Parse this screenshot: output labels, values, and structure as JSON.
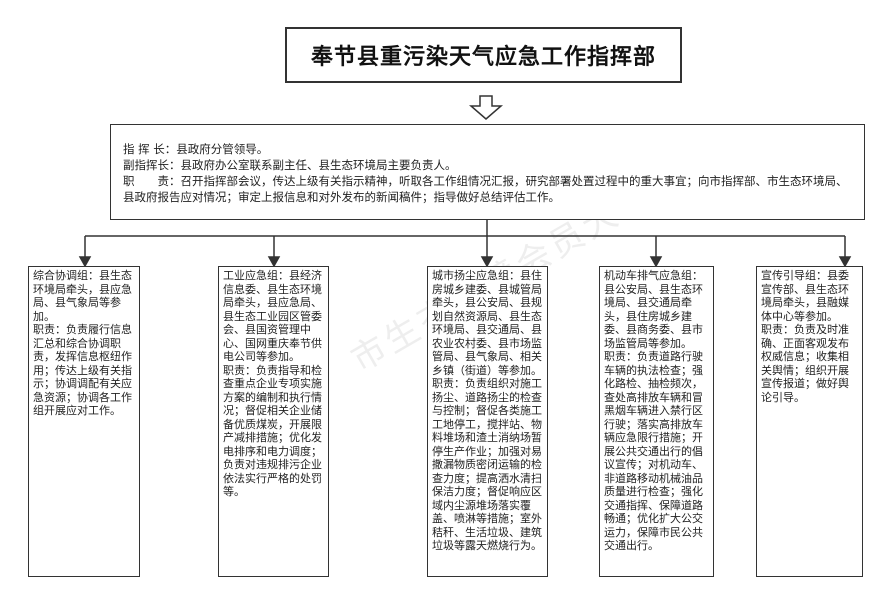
{
  "title": "奉节县重污染天气应急工作指挥部",
  "headquarters": {
    "commander": "指 挥 长：县政府分管领导。",
    "deputy": "副指挥长：县政府办公室联系副主任、县生态环境局主要负责人。",
    "duties": "职　　责：召开指挥部会议，传达上级有关指示精神，听取各工作组情况汇报，研究部署处置过程中的重大事宜；向市指挥部、市生态环境局、县政府报告应对情况；审定上报信息和对外发布的新闻稿件；指导做好总结评估工作。"
  },
  "groups": [
    {
      "composition": "综合协调组：县生态环境局牵头，县应急局、县气象局等参加。",
      "duties": "职责：负责履行信息汇总和综合协调职责，发挥信息枢纽作用；传达上级有关指示；协调调配有关应急资源；协调各工作组开展应对工作。"
    },
    {
      "composition": "工业应急组：县经济信息委、县生态环境局牵头，县应急局、县生态工业园区管委会、县国资管理中心、国网重庆奉节供电公司等参加。",
      "duties": "职责：负责指导和检查重点企业专项实施方案的编制和执行情况；督促相关企业储备优质煤炭，开展限产减排措施；优化发电排序和电力调度；负责对违规排污企业依法实行严格的处罚等。"
    },
    {
      "composition": "城市扬尘应急组：县住房城乡建委、县城管局牵头，县公安局、县规划自然资源局、县生态环境局、县交通局、县农业农村委、县市场监管局、县气象局、相关乡镇（街道）等参加。",
      "duties": "职责：负责组织对施工扬尘、道路扬尘的检查与控制；督促各类施工工地停工，搅拌站、物料堆场和渣土消纳场暂停生产作业；加强对易撒漏物质密闭运输的检查力度；提高洒水清扫保洁力度；督促响应区域内尘源堆场落实覆盖、喷淋等措施；室外秸秆、生活垃圾、建筑垃圾等露天燃烧行为。"
    },
    {
      "composition": "机动车排气应急组：县公安局、县生态环境局、县交通局牵头，县住房城乡建委、县商务委、县市场监管局等参加。",
      "duties": "职责：负责道路行驶车辆的执法检查；强化路检、抽检频次，查处高排放车辆和冒黑烟车辆进入禁行区行驶；落实高排放车辆应急限行措施；开展公共交通出行的倡议宣传；对机动车、非道路移动机械油品质量进行检查；强化交通指挥、保障道路畅通；优化扩大公交运力，保障市民公共交通出行。"
    },
    {
      "composition": "宣传引导组：县委宣传部、县生态环境局牵头，县融媒体中心等参加。",
      "duties": "职责：负责及时准确、正面客观发布权威信息；收集相关舆情；组织开展宣传报道；做好舆论引导。"
    }
  ],
  "watermark": "市生态环境会员大会"
}
